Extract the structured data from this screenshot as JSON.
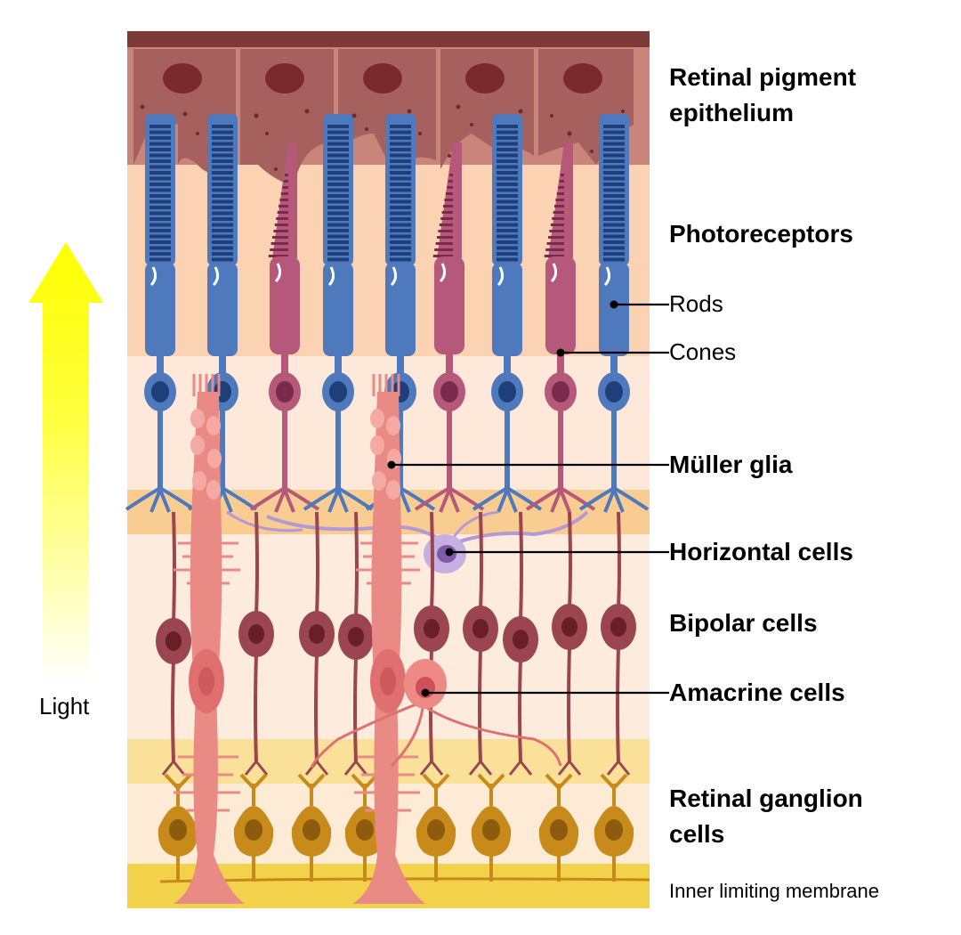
{
  "labels": {
    "rpe_line1": "Retinal pigment",
    "rpe_line2": "epithelium",
    "photoreceptors": "Photoreceptors",
    "rods": "Rods",
    "cones": "Cones",
    "muller": "Müller glia",
    "horizontal": "Horizontal cells",
    "bipolar": "Bipolar cells",
    "amacrine": "Amacrine cells",
    "rgc_line1": "Retinal ganglion",
    "rgc_line2": "cells",
    "ilm": "Inner limiting membrane",
    "light": "Light"
  },
  "colors": {
    "rod": "#4f79bd",
    "rod_dark": "#1f3f7a",
    "cone": "#b5587a",
    "cone_dark": "#7a2a4c",
    "muller": "#ea8a84",
    "horizontal": "#b39ad6",
    "bipolar": "#9a4550",
    "amacrine": "#e07070",
    "ganglion": "#c98a1c",
    "rpe": "#a6605e",
    "light_arrow": "#ffff00"
  },
  "photoreceptor_order": [
    "rod",
    "rod",
    "cone",
    "rod",
    "rod",
    "cone",
    "rod",
    "cone",
    "rod"
  ]
}
